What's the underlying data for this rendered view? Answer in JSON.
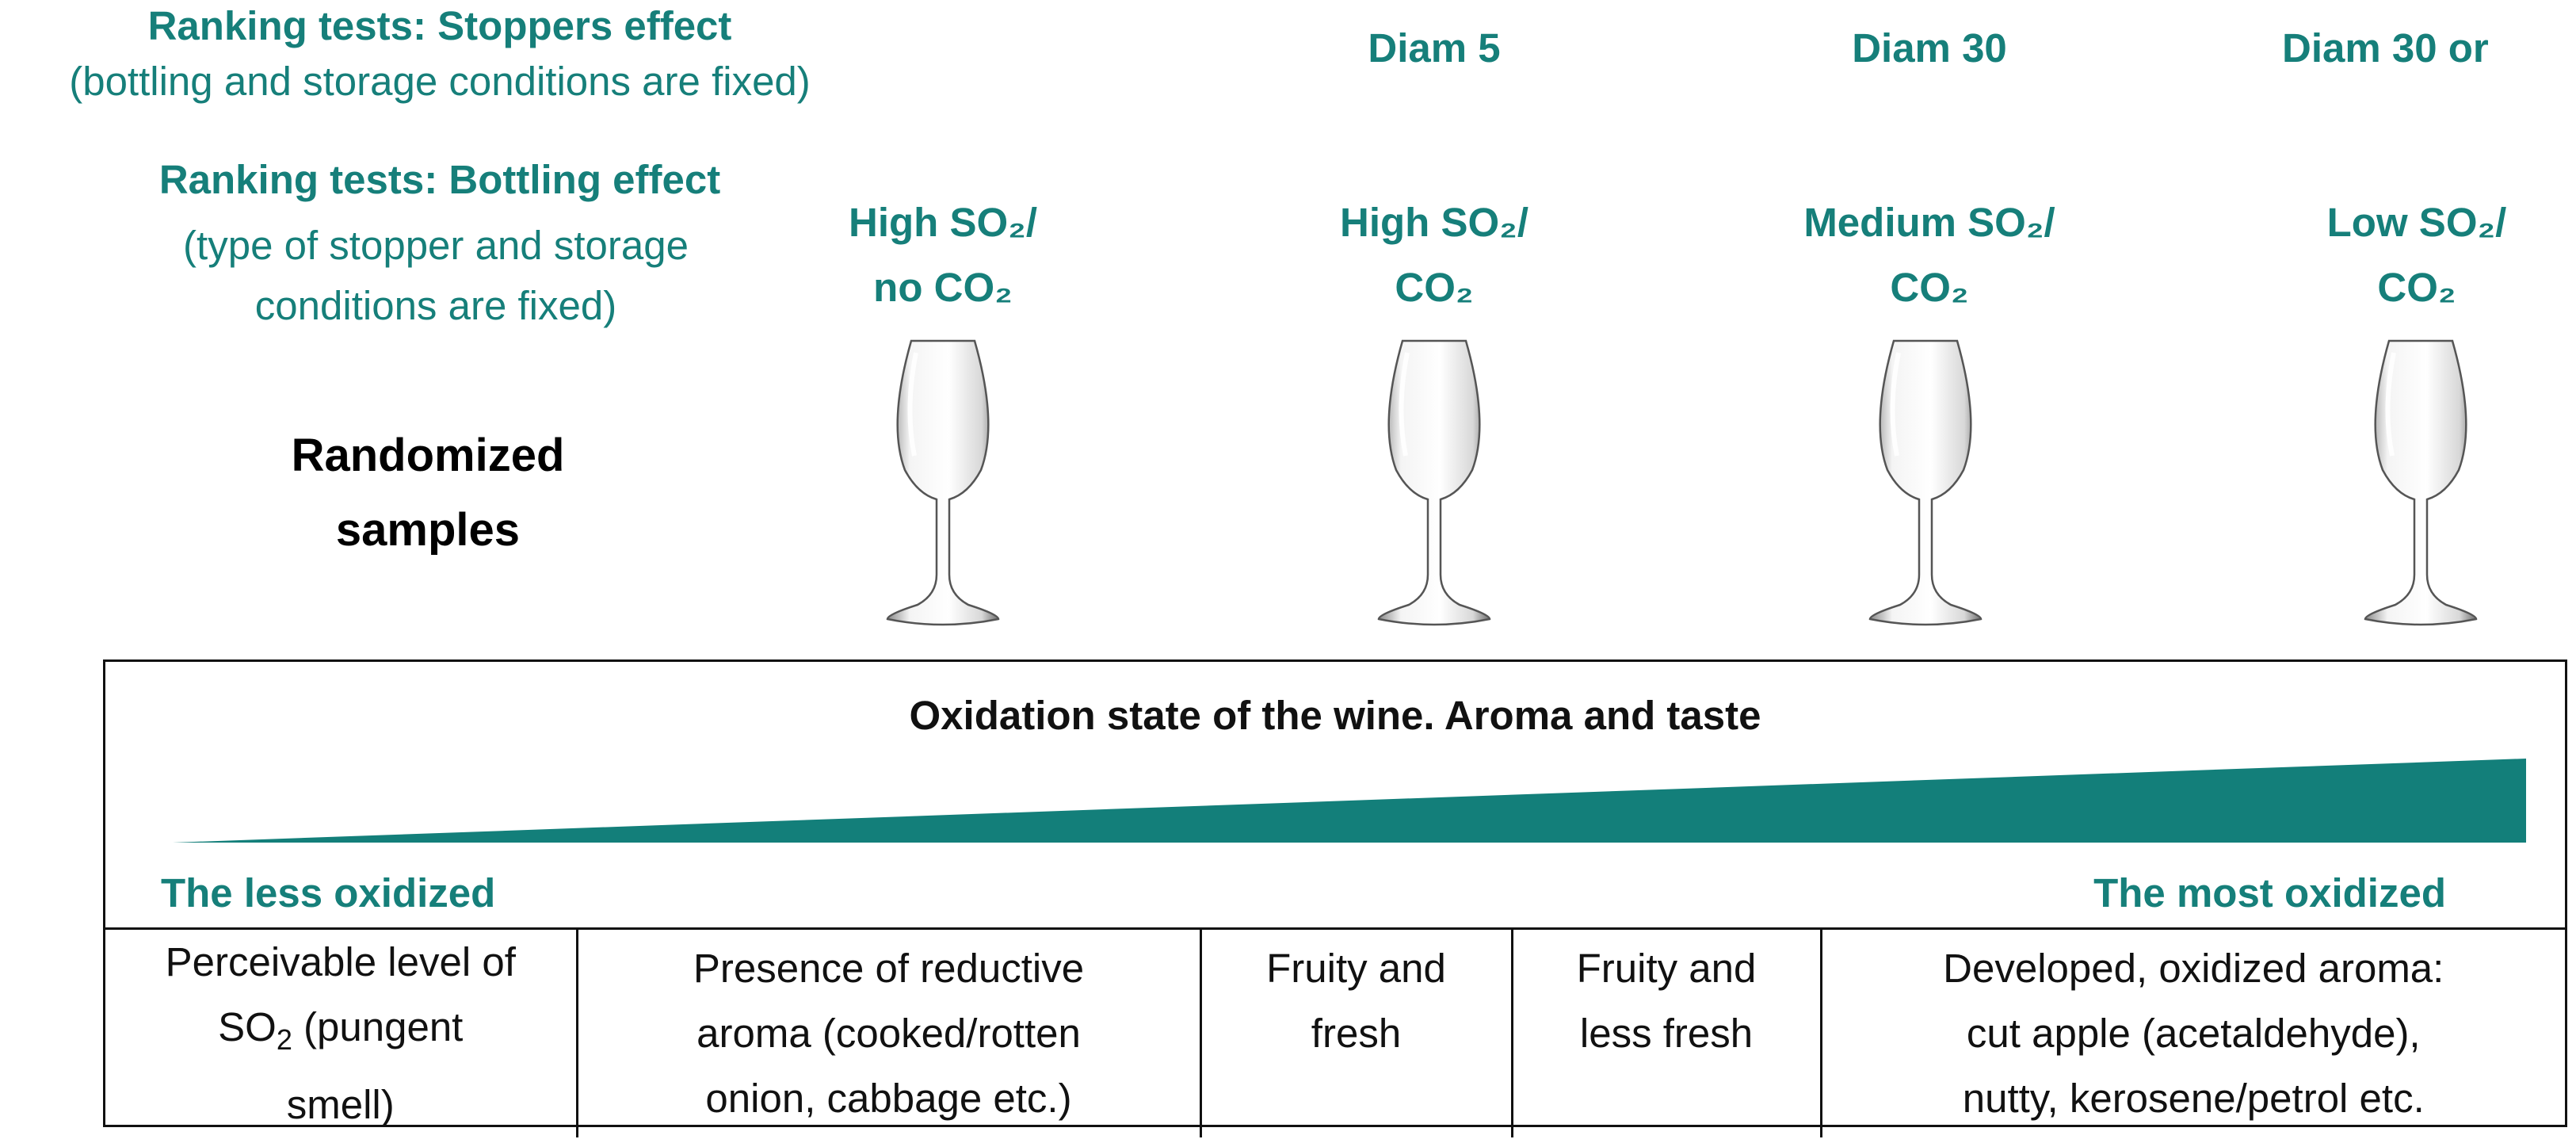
{
  "left_panel": {
    "stoppers_title": "Ranking tests: Stoppers effect",
    "stoppers_subtitle": "(bottling and storage conditions are fixed)",
    "bottling_title": "Ranking tests: Bottling effect",
    "bottling_subtitle": "(type of stopper and storage conditions are fixed)",
    "randomized_label": "Randomized samples"
  },
  "samples": [
    {
      "stopper": "",
      "bottling_line1": "High SO₂/",
      "bottling_line2": "no CO₂"
    },
    {
      "stopper": "Diam 5",
      "bottling_line1": "High SO₂/",
      "bottling_line2": "CO₂"
    },
    {
      "stopper": "Diam 30",
      "bottling_line1": "Medium SO₂/",
      "bottling_line2": "CO₂"
    },
    {
      "stopper": "Diam 30 or",
      "bottling_line1": "Low SO₂/",
      "bottling_line2": "CO₂"
    }
  ],
  "scale": {
    "title": "Oxidation state of the wine. Aroma and taste",
    "left_label": "The less oxidized",
    "right_label": "The most oxidized",
    "wedge_color": "#137f7a"
  },
  "descriptors": [
    {
      "line1": "Perceivable level of",
      "line2_pre": "SO",
      "line2_sub": "2",
      "line2_post": " (pungent",
      "line3": "smell)"
    },
    {
      "line1": "Presence of reductive",
      "line2": "aroma (cooked/rotten",
      "line3": "onion, cabbage etc.)"
    },
    {
      "line1": "Fruity and",
      "line2": "fresh"
    },
    {
      "line1": "Fruity and",
      "line2": "less fresh"
    },
    {
      "line1": "Developed, oxidized aroma:",
      "line2": "cut apple (acetaldehyde),",
      "line3": "nutty, kerosene/petrol etc."
    }
  ],
  "colors": {
    "accent": "#167f7a",
    "text": "#111111"
  }
}
